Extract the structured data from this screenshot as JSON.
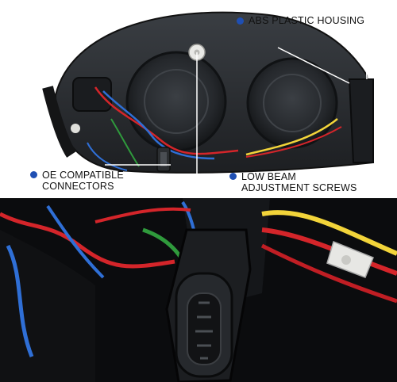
{
  "callouts": {
    "abs_housing": "ABS PLASTIC HOUSING",
    "oe_connectors": "OE COMPATIBLE\nCONNECTORS",
    "low_beam_screws": "LOW BEAM\nADJUSTMENT SCREWS"
  },
  "colors": {
    "callout_dot": "#1f4fb3",
    "housing": "#2a2d31",
    "wire_red": "#d4252a",
    "wire_blue": "#2f6fd6",
    "wire_yellow": "#f2d43a",
    "wire_green": "#2f9a3c"
  },
  "icons": [
    "callout-dot-icon",
    "connector-plug-icon",
    "adjustment-screw-icon"
  ]
}
